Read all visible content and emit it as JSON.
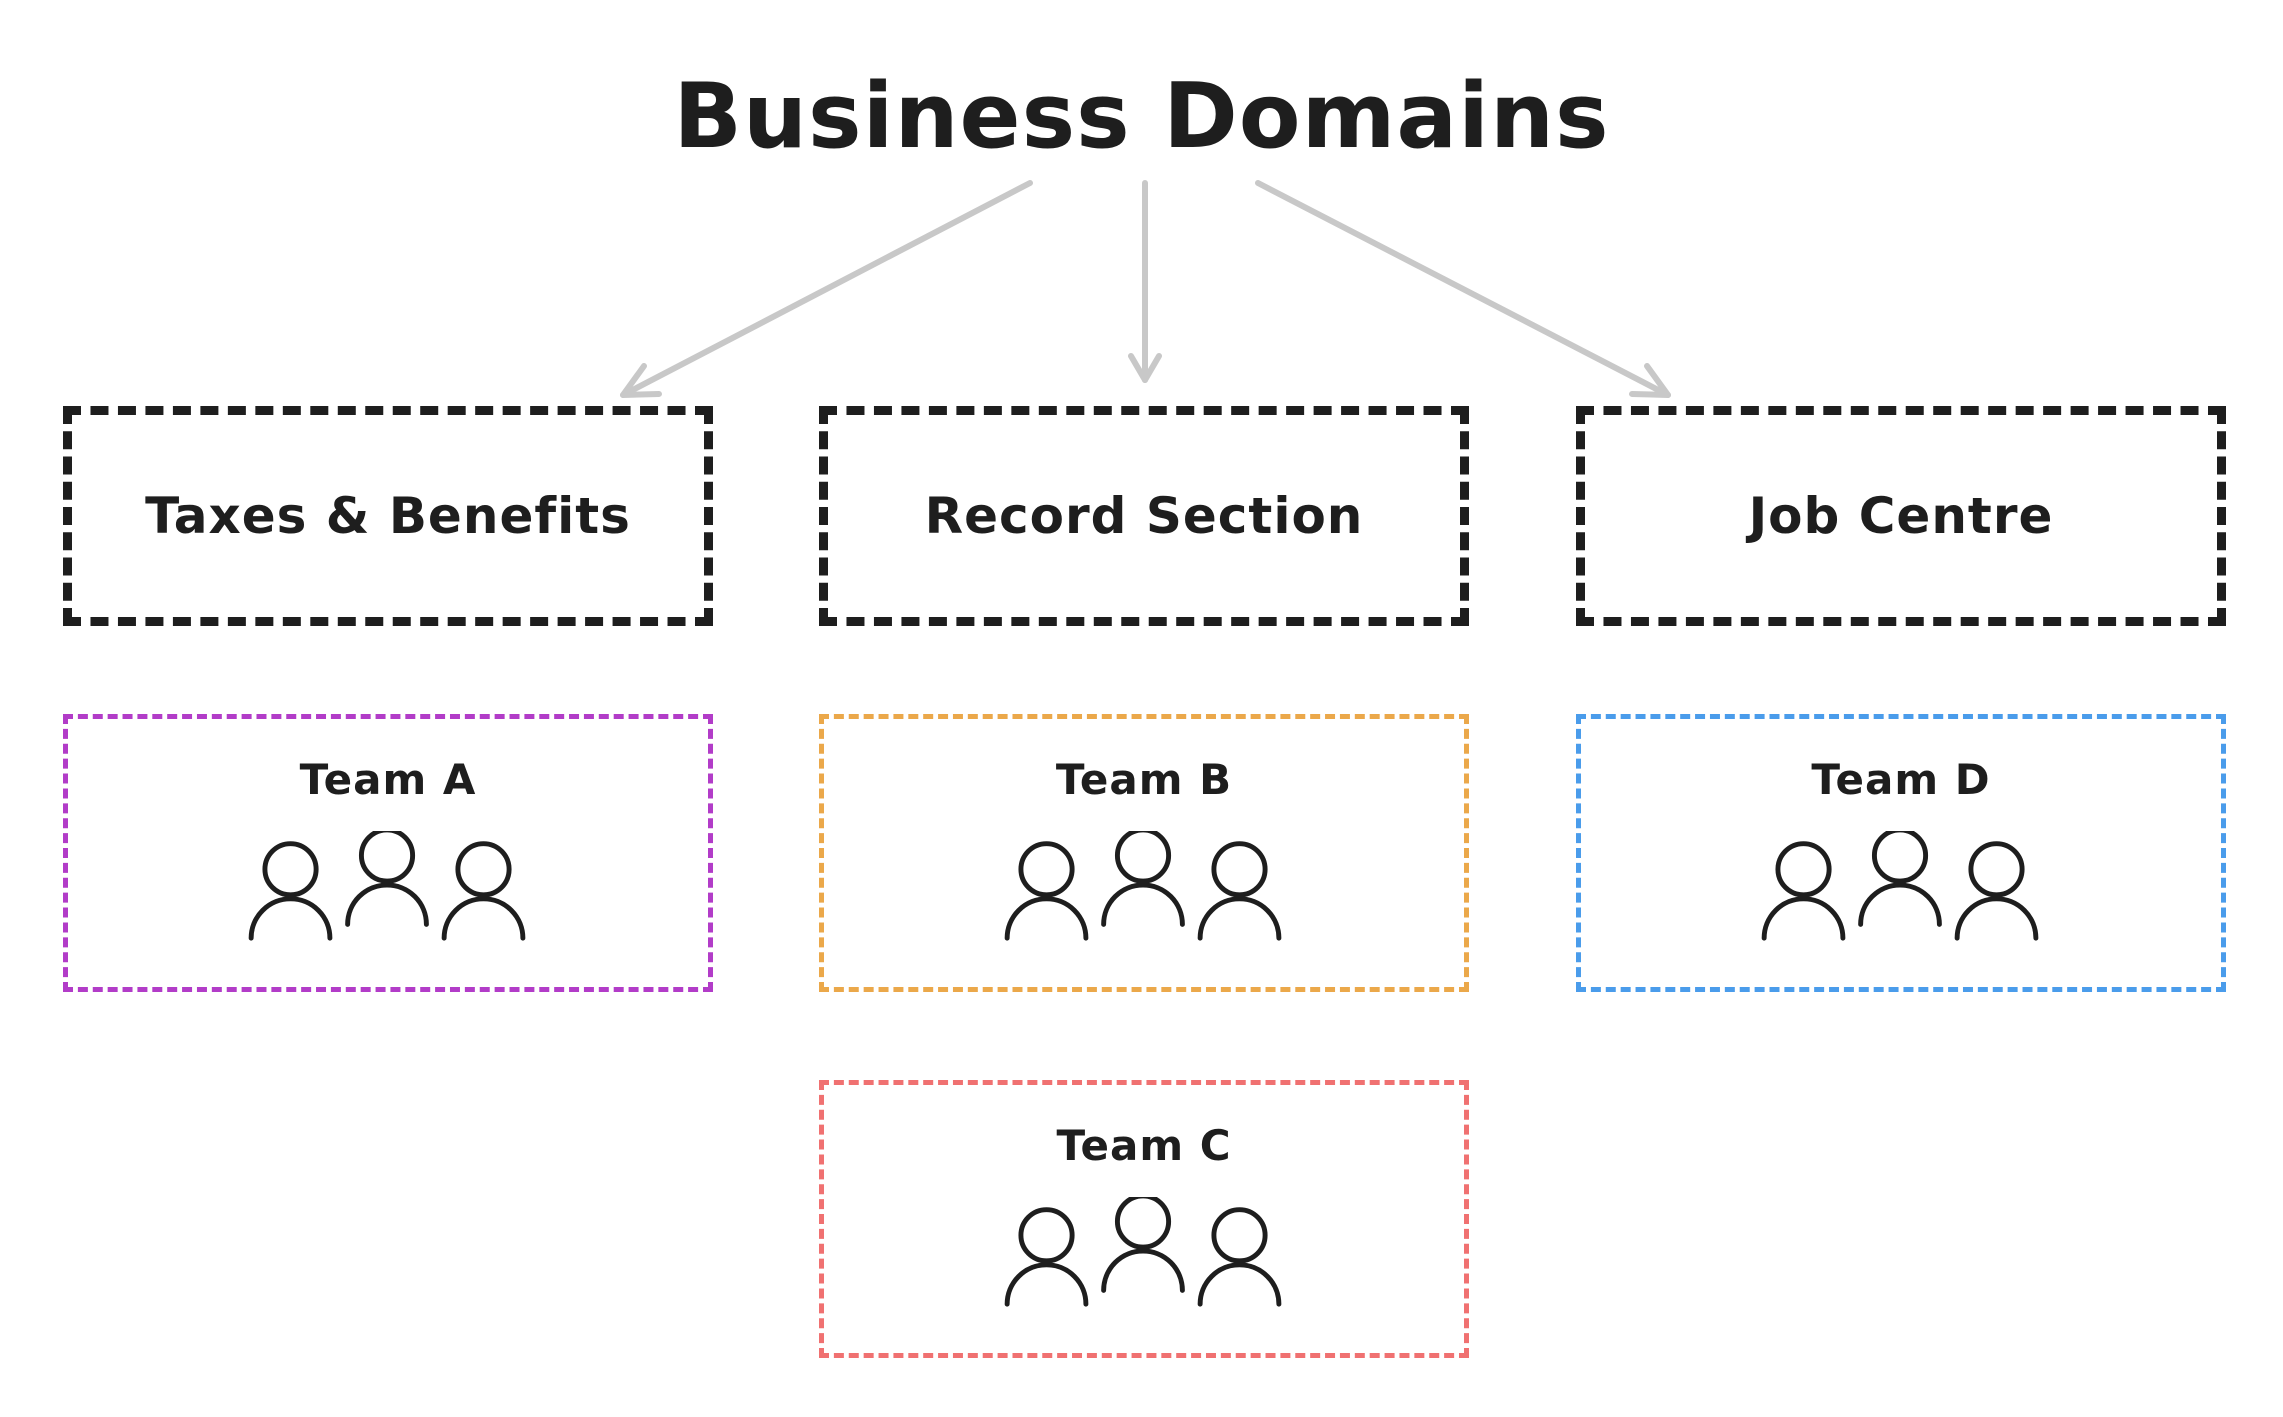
{
  "title": "Business Domains",
  "colors": {
    "arrow": "#c8c8c8",
    "domain_border": "#1e1e1e",
    "team_a": "#b23cc8",
    "team_b": "#eba84a",
    "team_c": "#f07171",
    "team_d": "#4a9ceb"
  },
  "domains": [
    {
      "label": "Taxes & Benefits"
    },
    {
      "label": "Record Section"
    },
    {
      "label": "Job Centre"
    }
  ],
  "teams": [
    {
      "label": "Team A",
      "icon": "people-group-icon"
    },
    {
      "label": "Team B",
      "icon": "people-group-icon"
    },
    {
      "label": "Team C",
      "icon": "people-group-icon"
    },
    {
      "label": "Team D",
      "icon": "people-group-icon"
    }
  ]
}
